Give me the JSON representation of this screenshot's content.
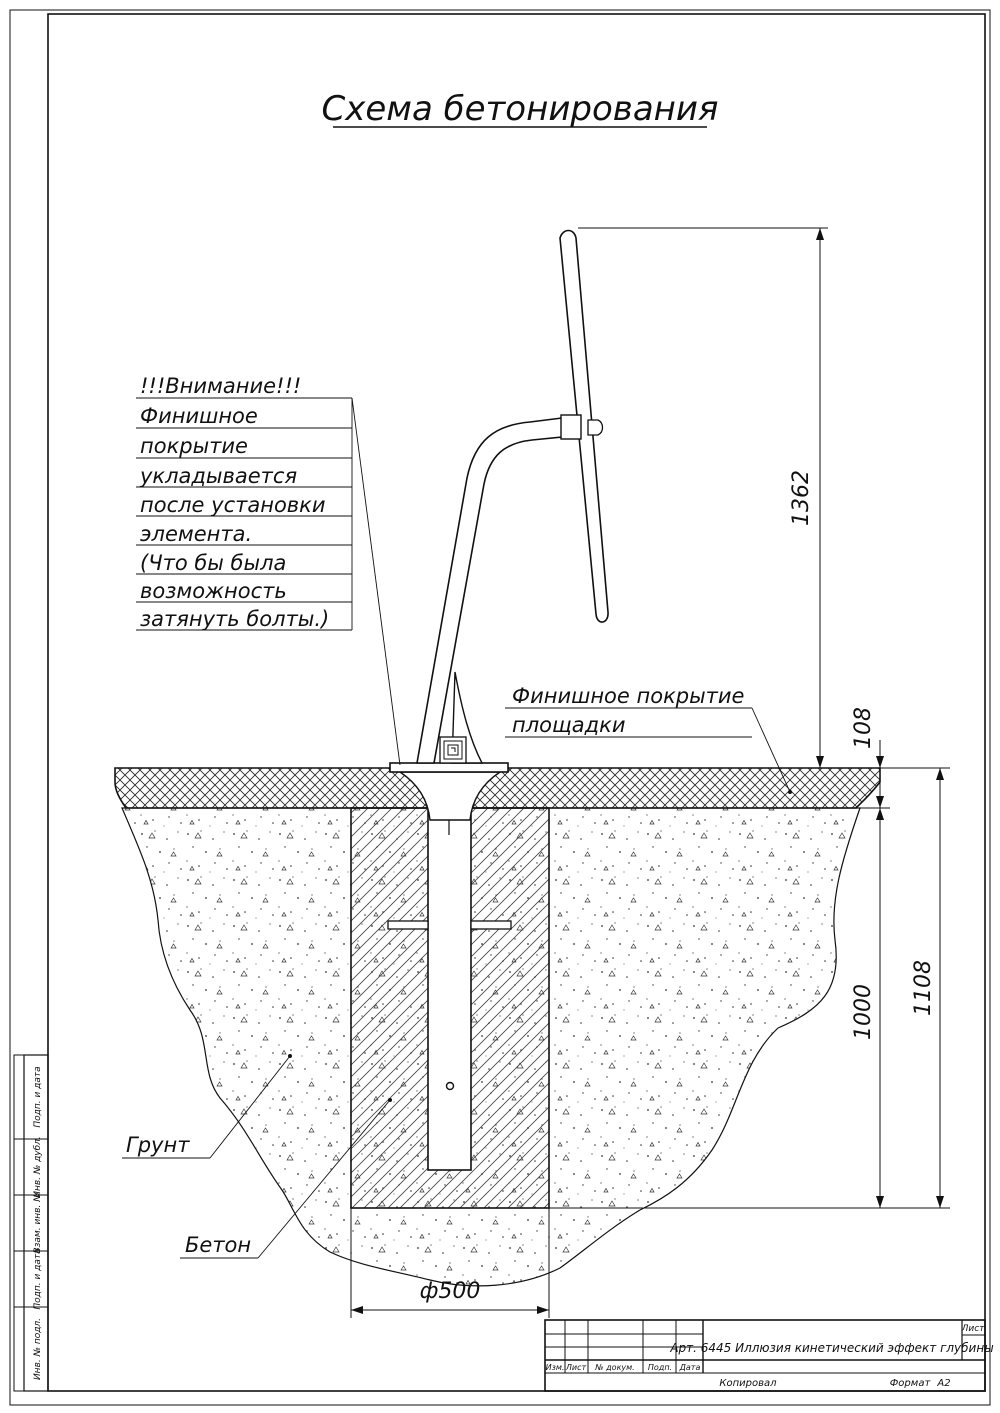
{
  "title": "Схема бетонирования",
  "warning_note": {
    "lines": [
      "!!!Внимание!!!",
      "Финишное",
      "покрытие",
      "укладывается",
      "после установки",
      "элемента.",
      "(Что бы была",
      "возможность",
      "затянуть болты.)"
    ]
  },
  "finish_label": {
    "lines": [
      "Финишное покрытие",
      "площадки"
    ]
  },
  "labels": {
    "soil": "Грунт",
    "concrete": "Бетон"
  },
  "dimensions": {
    "height_above": "1362",
    "finish_thickness": "108",
    "depth_concrete": "1000",
    "depth_total": "1108",
    "diameter": "ф500"
  },
  "side_stamp": [
    "Подп. и дата",
    "Инв. № дубл.",
    "Взам. инв. №",
    "Подп. и дата",
    "Инв. № подл."
  ],
  "title_block": {
    "col_labels": [
      "Изм.",
      "Лист",
      "№ докум.",
      "Подп.",
      "Дата"
    ],
    "designation": "Арт. 6445 Иллюзия кинетический эффект глубины",
    "sheet_label": "Лист",
    "copied": "Копировал",
    "format_label": "Формат",
    "format_value": "А2"
  },
  "colors": {
    "line": "#111111",
    "paper": "#ffffff"
  }
}
